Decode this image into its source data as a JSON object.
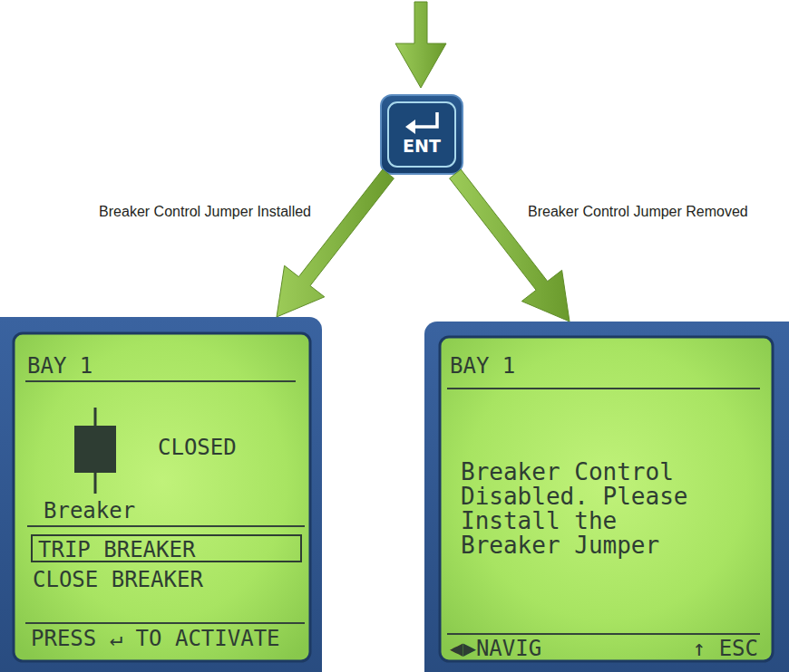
{
  "diagram": {
    "nodes": [
      {
        "text": [
          "ENT"
        ]
      },
      {
        "text": [
          "BAY 1",
          "CLOSED",
          "Breaker",
          "CLOSE BREAKER",
          "PRESS ↵ TO ACTIVATE"
        ]
      },
      {
        "text": [
          "TRIP BREAKER"
        ],
        "in": 1
      },
      {
        "text": [
          "BAY 1",
          "Breaker Control Disabled. Please Install the Breaker Jumper",
          "◀▶NAVIG",
          "↑ ESC"
        ]
      }
    ],
    "edges": [
      {
        "from": 0,
        "to": 1,
        "arrow": "to",
        "label": "Breaker Control Jumper Installed"
      },
      {
        "from": 0,
        "to": 3,
        "arrow": "to",
        "label": "Breaker Control Jumper Removed"
      }
    ]
  }
}
